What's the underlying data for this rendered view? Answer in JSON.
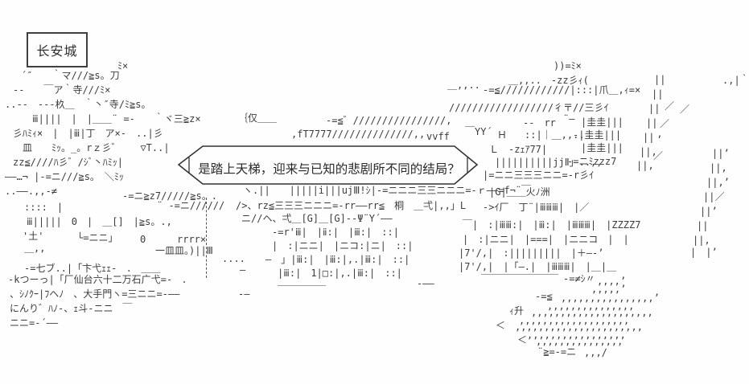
{
  "scene": {
    "location_label": "长安城",
    "dialogue": "是踏上天梯，迎来与已知的悲剧所不同的结局？",
    "colors": {
      "ink": "#3c3c3c",
      "background": "#fefefe",
      "bubble_fill": "#fefefe",
      "bubble_stroke": "#333333"
    }
  },
  "art": {
    "fragments": [
      [
        146,
        76,
        "ﾐ×"
      ],
      [
        26,
        88,
        "´″　　｀マ///≧s。刀"
      ],
      [
        16,
        106,
        "--　　￣ア｀寺///ﾐ×"
      ],
      [
        6,
        124,
        "..--　---杦＿　｀丶″寺/ﾐ≧s。"
      ],
      [
        40,
        142,
        "ⅲ||||　|　|＿＿¨ =-　　｀ヾ三≧z×"
      ],
      [
        16,
        160,
        "彡ﾊﾐｨ×　|　|ⅲ|丁　ア×-　..|彡"
      ],
      [
        28,
        178,
        "皿　　ﾐｯ。_。rｚ彡゛　　▽T..|"
      ],
      [
        16,
        196,
        "zz≦////ﾊ彡゛/ｼﾞ丶ﾊﾐｯ|"
      ],
      [
        6,
        214,
        "——…¬ |-=ニ///≧s。　＼ﾐｯ"
      ],
      [
        6,
        232,
        "..——.,,-≠"
      ],
      [
        30,
        252,
        "::::　|"
      ],
      [
        152,
        238,
        "-=ニ≧z7/////≧s。."
      ],
      [
        195,
        250,
        "¨ -=ニ//////"
      ],
      [
        33,
        270,
        "ⅲ|||||　0　|　＿[]　|≧s。.,"
      ],
      [
        28,
        288,
        "'土'"
      ],
      [
        96,
        290,
        "└=ニニ」"
      ],
      [
        174,
        292,
        "0"
      ],
      [
        220,
        292,
        "rrrr×"
      ],
      [
        30,
        303,
        "＿,,"
      ],
      [
        193,
        306,
        "一皿皿。)||Ⅲ"
      ],
      [
        276,
        316,
        "...."
      ],
      [
        30,
        328,
        "-=七ブ..|「卞弋ｪｪ-　．　＿＿"
      ],
      [
        298,
        330,
        "—"
      ],
      [
        10,
        342,
        "-kつーっ|「厂仙台六十二万石广弋=-　．"
      ],
      [
        12,
        360,
        "、ｼﾉｸｰ|ﾌヘﾉ　、大手門ヽ=三ニニ=-——"
      ],
      [
        296,
        360,
        "-—"
      ],
      [
        12,
        378,
        "にんり゛ﾊﾉ-、ｪ斗-ニニ　￣"
      ],
      [
        12,
        396,
        "ニニ=-´——"
      ],
      [
        688,
        76,
        "))=ﾐ×"
      ],
      [
        632,
        94,
        "＿,,..　-zz彡ｨ("
      ],
      [
        898,
        94,
        ".,|｀"
      ],
      [
        556,
        100,
        "＿,,.."
      ],
      [
        600,
        106,
        "-=≦////////////|:::|爪＿,ｨ=×"
      ],
      [
        558,
        128,
        "//////////////////彳〒//三彡ｲ"
      ],
      [
        296,
        141,
        "｛仅＿＿"
      ],
      [
        405,
        144,
        "-=≦゛////////////////,"
      ],
      [
        650,
        147,
        "--　rr"
      ],
      [
        700,
        142,
        "¨—"
      ],
      [
        722,
        146,
        "|圭圭|||"
      ],
      [
        362,
        161,
        ",fT7777//////////////,,"
      ],
      [
        530,
        164,
        "vvff"
      ],
      [
        578,
        158,
        "￣YY´"
      ],
      [
        618,
        162,
        "Ｈ"
      ],
      [
        652,
        162,
        "::|｜＿,,.."
      ],
      [
        712,
        162,
        "-|圭圭|||"
      ],
      [
        608,
        180,
        "Ｌ　-zｪｱ77|"
      ],
      [
        722,
        178,
        "|圭圭|||"
      ],
      [
        615,
        196,
        "||||||||||jjⅡ」..,,"
      ],
      [
        705,
        195,
        "-=ニﾐzzz7"
      ],
      [
        600,
        212,
        "|=ニニ三三三ニニ=-r彡ｲ"
      ],
      [
        302,
        231,
        "ヽ.||　　|||||i|||ujⅢ!ｼ|-=ニニニ三三ニニニ=-ｒ——=f¬¨￣"
      ],
      [
        608,
        233,
        "|G|＿＿火ﾉ洲"
      ],
      [
        293,
        250,
        "/>、rz≦三三三ニニニ=-rr——rr≦　桐　＿弌|,,」L"
      ],
      [
        600,
        252,
        "->ｲ厂　丁¨|ⅲⅲⅲ|　|／"
      ],
      [
        300,
        266,
        "ニ//ヘ、弌＿[G]＿[G]--Ψ¨Y´——"
      ],
      [
        575,
        274,
        "￣|　:|ⅲⅲ:|　|ⅲ:|　|ⅲⅲⅲ|　|ZZZZ7"
      ],
      [
        338,
        283,
        "-=r'ⅲ|　|ⅱ:|　|ⅲ:|　::|"
      ],
      [
        575,
        292,
        "|　:|ニニ|　|===|　|ニニコ　|　|"
      ],
      [
        338,
        300,
        "|　:|ニニ|　|ニコ:|ニ|　::|"
      ],
      [
        570,
        309,
        "|7'/,|　:|||||||||　|＋—-’"
      ],
      [
        330,
        317,
        "—　」|ⅲ:|　|ⅲ:|,.|ⅲ:|　::|"
      ],
      [
        570,
        326,
        "|7'/,|　|「—.|　|ⅲⅲⅲ|　|＿|＿"
      ],
      [
        345,
        334,
        "|ⅲ:|　1|□:|,.|ⅲ:|　::|"
      ],
      [
        345,
        344,
        "＿＿＿＿＿"
      ],
      [
        518,
        347,
        "-——"
      ],
      [
        598,
        330,
        "＿＿＿＿＿＿＿＿"
      ],
      [
        813,
        93,
        "||"
      ],
      [
        810,
        111,
        "||"
      ],
      [
        806,
        129,
        "||"
      ],
      [
        803,
        147,
        "||"
      ],
      [
        799,
        165,
        "||"
      ],
      [
        795,
        183,
        "||,"
      ],
      [
        791,
        200,
        "||,"
      ],
      [
        826,
        126,
        "／"
      ],
      [
        820,
        148,
        "／"
      ],
      [
        816,
        168,
        "’"
      ],
      [
        812,
        188,
        "／"
      ],
      [
        845,
        130,
        "／"
      ],
      [
        885,
        185,
        "||’"
      ],
      [
        882,
        203,
        "||,"
      ],
      [
        878,
        221,
        "||,’"
      ],
      [
        874,
        239,
        "||／"
      ],
      [
        870,
        257,
        "||’"
      ],
      [
        866,
        275,
        "||"
      ],
      [
        861,
        293,
        "||,"
      ],
      [
        858,
        308,
        "|　|’"
      ],
      [
        700,
        341,
        "-=≠ｼ〃"
      ],
      [
        742,
        344,
        ",,,,’"
      ],
      [
        735,
        354,
        ",,,,,’"
      ],
      [
        665,
        363,
        "-=≦"
      ],
      [
        697,
        365,
        ",,,,,,,,,,,,,,,,’"
      ],
      [
        680,
        375,
        ",,,,,,,,,,,,,,,"
      ],
      [
        633,
        381,
        "ｨ升"
      ],
      [
        660,
        383,
        ",,,,,,,,,,,,,,,,,,,,,"
      ],
      [
        645,
        393,
        ",,,,,,,,,,,,,,,,,,,"
      ],
      [
        616,
        399,
        "＜"
      ],
      [
        640,
        401,
        ",,,,,,,,,,,,,,,,,,,,,,"
      ],
      [
        655,
        411,
        ",,,,,,,,,,,,,,,,,"
      ],
      [
        643,
        417,
        "＜"
      ],
      [
        666,
        419,
        ",,,,,,,,,,,,,,,"
      ],
      [
        668,
        432,
        "¨≧=-=ニ"
      ],
      [
        726,
        433,
        ",,,/"
      ]
    ]
  }
}
